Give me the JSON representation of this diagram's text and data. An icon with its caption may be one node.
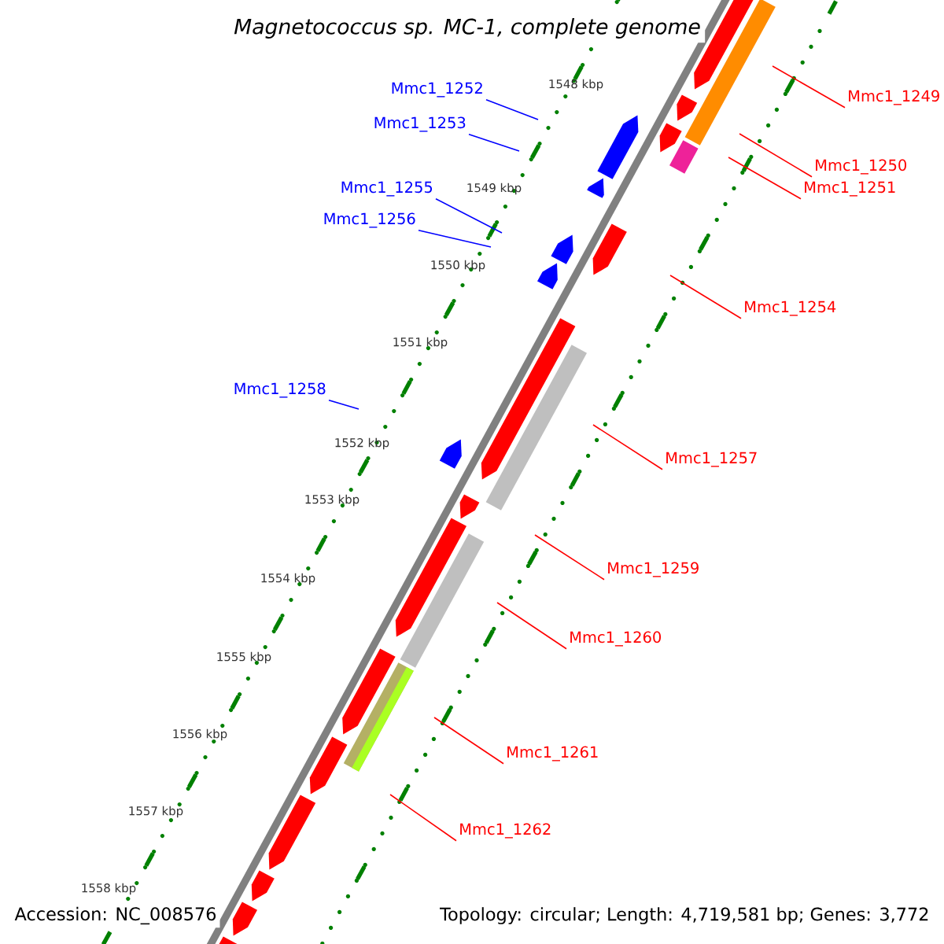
{
  "diagram": {
    "title": "Magnetococcus sp. MC-1, complete genome",
    "nodes": [
      {
        "text": [
          "Mmc1_1249"
        ]
      },
      {
        "text": [
          "Mmc1_1250"
        ]
      },
      {
        "text": [
          "Mmc1_1251"
        ]
      },
      {
        "text": [
          "Mmc1_1252"
        ]
      },
      {
        "text": [
          "Mmc1_1253"
        ]
      },
      {
        "text": [
          "Mmc1_1254"
        ]
      },
      {
        "text": [
          "Mmc1_1255"
        ]
      },
      {
        "text": [
          "Mmc1_1256"
        ]
      },
      {
        "text": [
          "Mmc1_1257"
        ]
      },
      {
        "text": [
          "Mmc1_1258"
        ]
      },
      {
        "text": [
          "Mmc1_1259"
        ]
      },
      {
        "text": [
          "Mmc1_1260"
        ]
      },
      {
        "text": [
          "Mmc1_1261"
        ]
      },
      {
        "text": [
          "Mmc1_1262"
        ]
      }
    ],
    "edges": [
      {
        "from": 0,
        "to": null,
        "arrow": "none"
      },
      {
        "from": 1,
        "to": null,
        "arrow": "none"
      },
      {
        "from": 2,
        "to": null,
        "arrow": "none"
      },
      {
        "from": 3,
        "to": null,
        "arrow": "none",
        "color": "#0000ff"
      },
      {
        "from": 4,
        "to": null,
        "arrow": "none",
        "color": "#0000ff"
      },
      {
        "from": 5,
        "to": null,
        "arrow": "none"
      },
      {
        "from": 6,
        "to": null,
        "arrow": "none",
        "color": "#0000ff"
      },
      {
        "from": 7,
        "to": null,
        "arrow": "none",
        "color": "#0000ff"
      },
      {
        "from": 8,
        "to": null,
        "arrow": "none"
      },
      {
        "from": 9,
        "to": null,
        "arrow": "none",
        "color": "#0000ff"
      },
      {
        "from": 10,
        "to": null,
        "arrow": "none"
      },
      {
        "from": 11,
        "to": null,
        "arrow": "none"
      },
      {
        "from": 12,
        "to": null,
        "arrow": "none"
      },
      {
        "from": 13,
        "to": null,
        "arrow": "none"
      }
    ],
    "labels": [
      "1548 kbp",
      "1549 kbp",
      "1550 kbp",
      "1551 kbp",
      "1552 kbp",
      "1553 kbp",
      "1554 kbp",
      "1555 kbp",
      "1556 kbp",
      "1557 kbp",
      "1558 kbp",
      "Accession: NC_008576",
      "Topology: circular; Length: 4,719,581 bp; Genes: 3,772"
    ]
  }
}
